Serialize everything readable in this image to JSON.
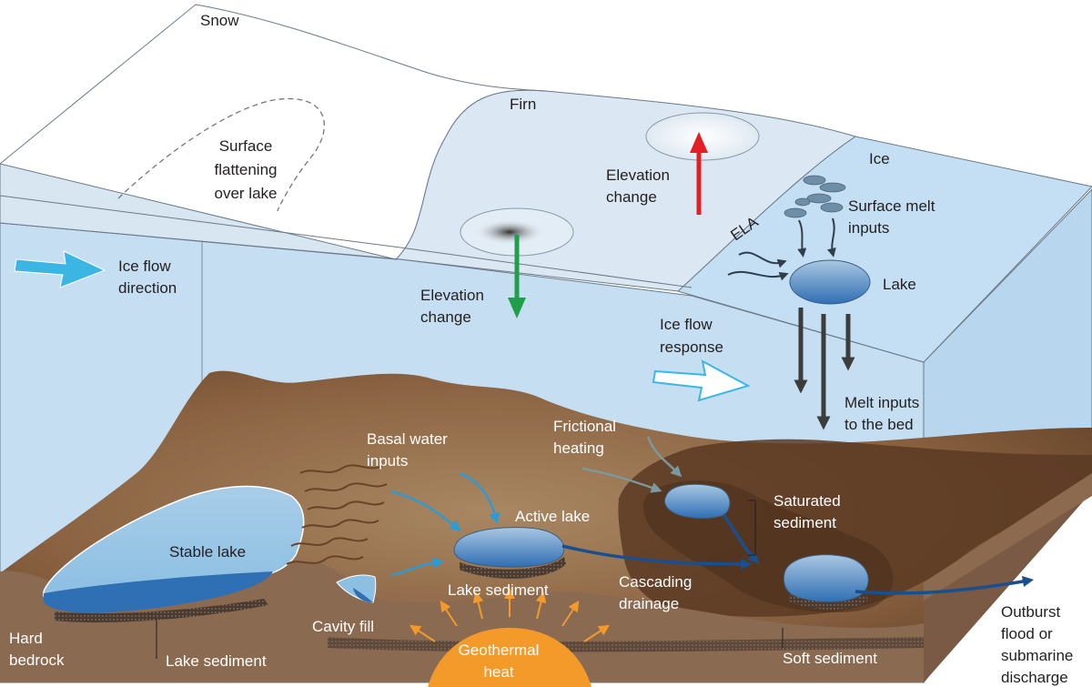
{
  "labels": {
    "snow": "Snow",
    "firn": "Firn",
    "ice": "Ice",
    "surface_flattening": [
      "Surface",
      "flattening",
      "over lake"
    ],
    "elevation_change_up": [
      "Elevation",
      "change"
    ],
    "elevation_change_down": [
      "Elevation",
      "change"
    ],
    "surface_melt_inputs": [
      "Surface melt",
      "inputs"
    ],
    "ela": "ELA",
    "lake": "Lake",
    "ice_flow_direction": [
      "Ice flow",
      "direction"
    ],
    "ice_flow_response": [
      "Ice flow",
      "response"
    ],
    "melt_inputs_to_bed": [
      "Melt inputs",
      "to the bed"
    ],
    "basal_water_inputs": [
      "Basal water",
      "inputs"
    ],
    "frictional_heating": [
      "Frictional",
      "heating"
    ],
    "saturated_sediment": [
      "Saturated",
      "sediment"
    ],
    "active_lake": "Active lake",
    "stable_lake": "Stable lake",
    "lake_sediment_center": "Lake sediment",
    "cascading_drainage": [
      "Cascading",
      "drainage"
    ],
    "cavity_fill": "Cavity fill",
    "hard_bedrock": [
      "Hard",
      "bedrock"
    ],
    "lake_sediment_left": "Lake sediment",
    "geothermal_heat": [
      "Geothermal",
      "heat"
    ],
    "soft_sediment": "Soft sediment",
    "outburst": [
      "Outburst",
      "flood or",
      "submarine",
      "discharge"
    ]
  },
  "colors": {
    "ice": "#c7dff3",
    "ice_side": "#bcd8ef",
    "snow": "#ffffff",
    "firn": "#dae8f4",
    "bed_light": "#a4805c",
    "bed_dark": "#5b3a22",
    "bedrock": "#8b6a52",
    "water": "#4e89c4",
    "arrow_red": "#e31e24",
    "arrow_green": "#1f9f4a",
    "arrow_cyan": "#3bb6e4",
    "drain": "#1a4f8f",
    "geo": "#f39a2b"
  }
}
